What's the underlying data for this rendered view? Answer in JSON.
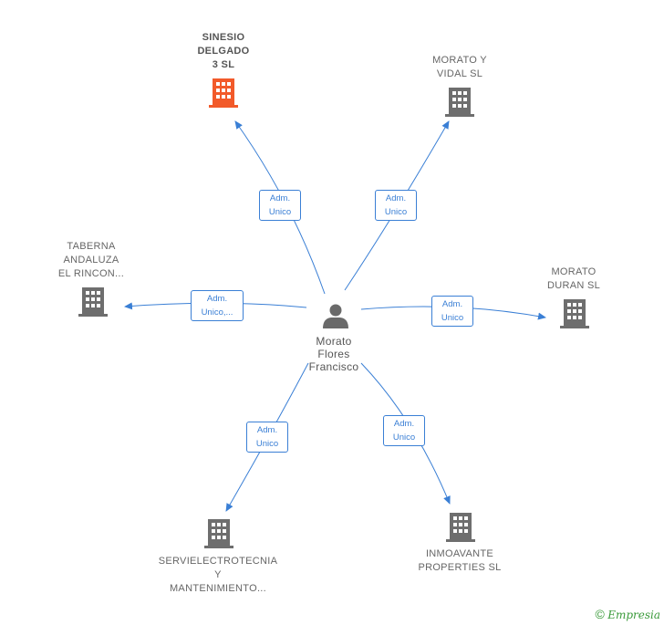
{
  "colors": {
    "edge": "#3a7fd5",
    "building": "#6e6e6e",
    "building_highlight": "#f25a2a",
    "person": "#6a6a6a"
  },
  "center": {
    "name": "Morato\nFlores\nFrancisco",
    "icon": "person-icon"
  },
  "companies": [
    {
      "id": "sinesio",
      "name": "SINESIO\nDELGADO\n3  SL",
      "icon": "building-icon",
      "highlight": true
    },
    {
      "id": "vidal",
      "name": "MORATO Y\nVIDAL  SL",
      "icon": "building-icon",
      "highlight": false
    },
    {
      "id": "taberna",
      "name": "TABERNA\nANDALUZA\nEL RINCON...",
      "icon": "building-icon",
      "highlight": false
    },
    {
      "id": "duran",
      "name": "MORATO\nDURAN  SL",
      "icon": "building-icon",
      "highlight": false
    },
    {
      "id": "servi",
      "name": "SERVIELECTROTECNIA\nY\nMANTENIMIENTO...",
      "icon": "building-icon",
      "highlight": false
    },
    {
      "id": "inmo",
      "name": "INMOAVANTE\nPROPERTIES SL",
      "icon": "building-icon",
      "highlight": false
    }
  ],
  "edges": [
    {
      "to": "sinesio",
      "label": "Adm.\nUnico"
    },
    {
      "to": "vidal",
      "label": "Adm.\nUnico"
    },
    {
      "to": "taberna",
      "label": "Adm.\nUnico,..."
    },
    {
      "to": "duran",
      "label": "Adm.\nUnico"
    },
    {
      "to": "servi",
      "label": "Adm.\nUnico"
    },
    {
      "to": "inmo",
      "label": "Adm.\nUnico"
    }
  ],
  "footer": {
    "copyright": "©",
    "brand": "Empresia"
  }
}
